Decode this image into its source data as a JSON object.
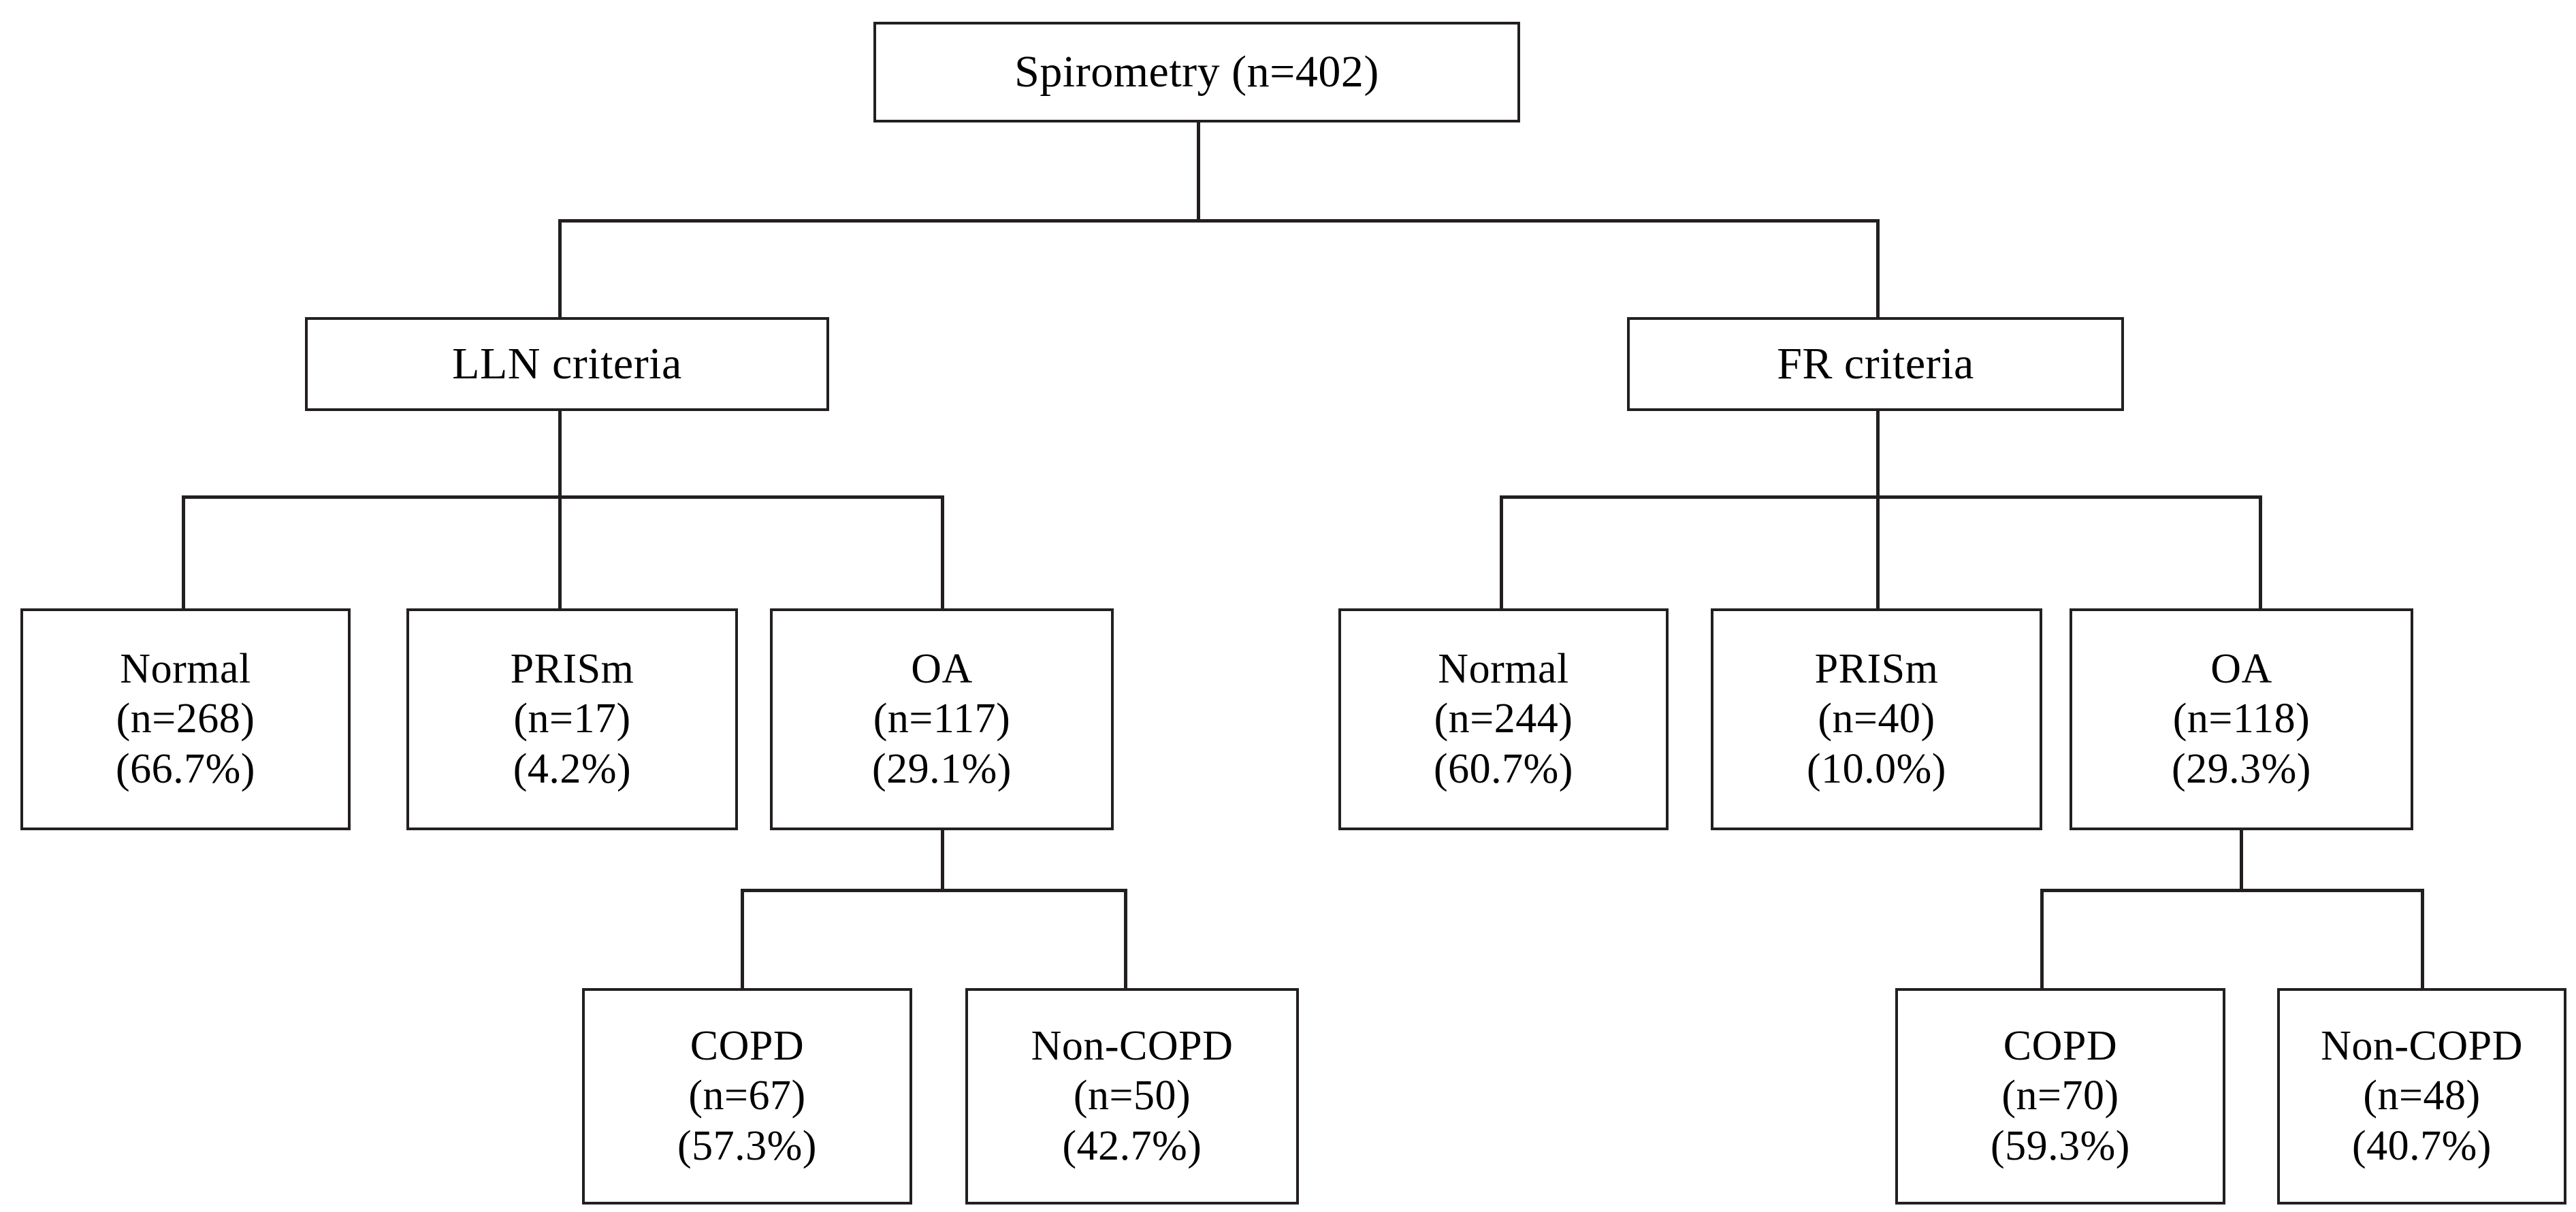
{
  "diagram": {
    "title_node": {
      "id": "spirometry",
      "lines": [
        "Spirometry  (n=402)"
      ]
    },
    "branches": [
      {
        "id": "lln",
        "criteria_label": "LLN criteria",
        "groups": [
          {
            "id": "lln-normal",
            "label": "Normal",
            "count": "(n=268)",
            "percent": "(66.7%)"
          },
          {
            "id": "lln-prism",
            "label": "PRISm",
            "count": "(n=17)",
            "percent": "(4.2%)"
          },
          {
            "id": "lln-oa",
            "label": "OA",
            "count": "(n=117)",
            "percent": "(29.1%)"
          }
        ],
        "oa_children": [
          {
            "id": "lln-copd",
            "label": "COPD",
            "count": "(n=67)",
            "percent": "(57.3%)"
          },
          {
            "id": "lln-non-copd",
            "label": "Non-COPD",
            "count": "(n=50)",
            "percent": "(42.7%)"
          }
        ]
      },
      {
        "id": "fr",
        "criteria_label": "FR criteria",
        "groups": [
          {
            "id": "fr-normal",
            "label": "Normal",
            "count": "(n=244)",
            "percent": "(60.7%)"
          },
          {
            "id": "fr-prism",
            "label": "PRISm",
            "count": "(n=40)",
            "percent": "(10.0%)"
          },
          {
            "id": "fr-oa",
            "label": "OA",
            "count": "(n=118)",
            "percent": "(29.3%)"
          }
        ],
        "oa_children": [
          {
            "id": "fr-copd",
            "label": "COPD",
            "count": "(n=70)",
            "percent": "(59.3%)"
          },
          {
            "id": "fr-non-copd",
            "label": "Non-COPD",
            "count": "(n=48)",
            "percent": "(40.7%)"
          }
        ]
      }
    ],
    "colors": {
      "border": "#231f20",
      "text": "#000000",
      "background": "#ffffff"
    }
  }
}
